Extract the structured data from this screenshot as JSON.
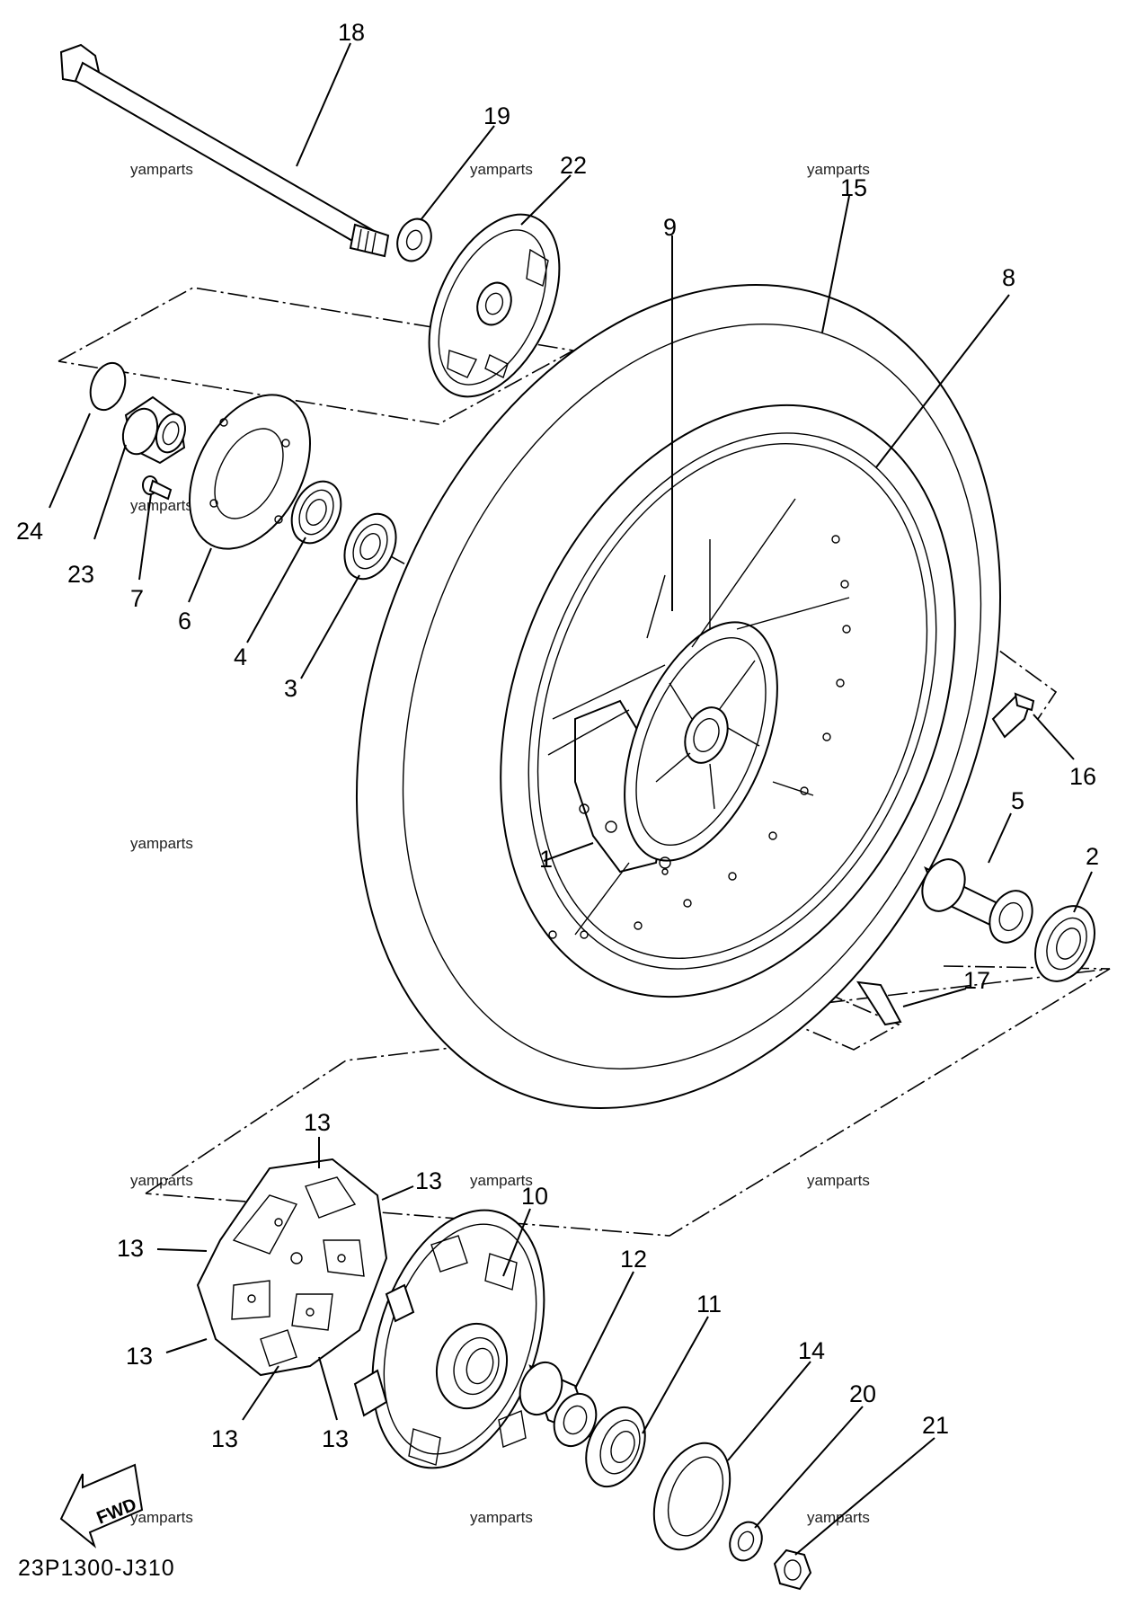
{
  "diagram": {
    "code": "23P1300-J310",
    "fwd_label": "FWD",
    "watermark": "yamparts",
    "part_numbers": [
      "1",
      "2",
      "3",
      "4",
      "5",
      "6",
      "7",
      "8",
      "9",
      "10",
      "11",
      "12",
      "13",
      "13",
      "13",
      "13",
      "13",
      "13",
      "14",
      "15",
      "16",
      "17",
      "18",
      "19",
      "20",
      "21",
      "22",
      "23",
      "24"
    ]
  }
}
